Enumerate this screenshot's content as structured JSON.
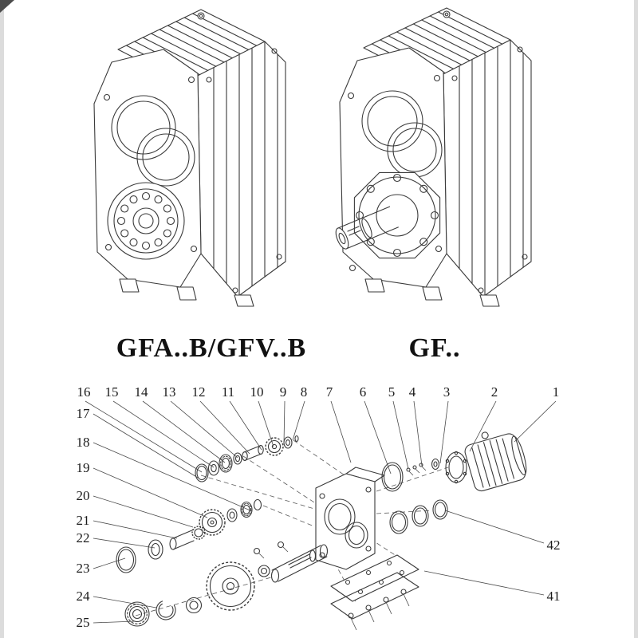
{
  "figures": {
    "left_label": "GFA..B/GFV..B",
    "right_label": "GF.."
  },
  "exploded": {
    "top_callouts": [
      "16",
      "15",
      "14",
      "13",
      "12",
      "11",
      "10",
      "9",
      "8",
      "7",
      "6",
      "5",
      "4",
      "3",
      "2",
      "1"
    ],
    "left_callouts": [
      "17",
      "18",
      "19",
      "20",
      "21",
      "22",
      "23",
      "24",
      "25"
    ],
    "right_callouts": [
      "42",
      "41"
    ]
  }
}
